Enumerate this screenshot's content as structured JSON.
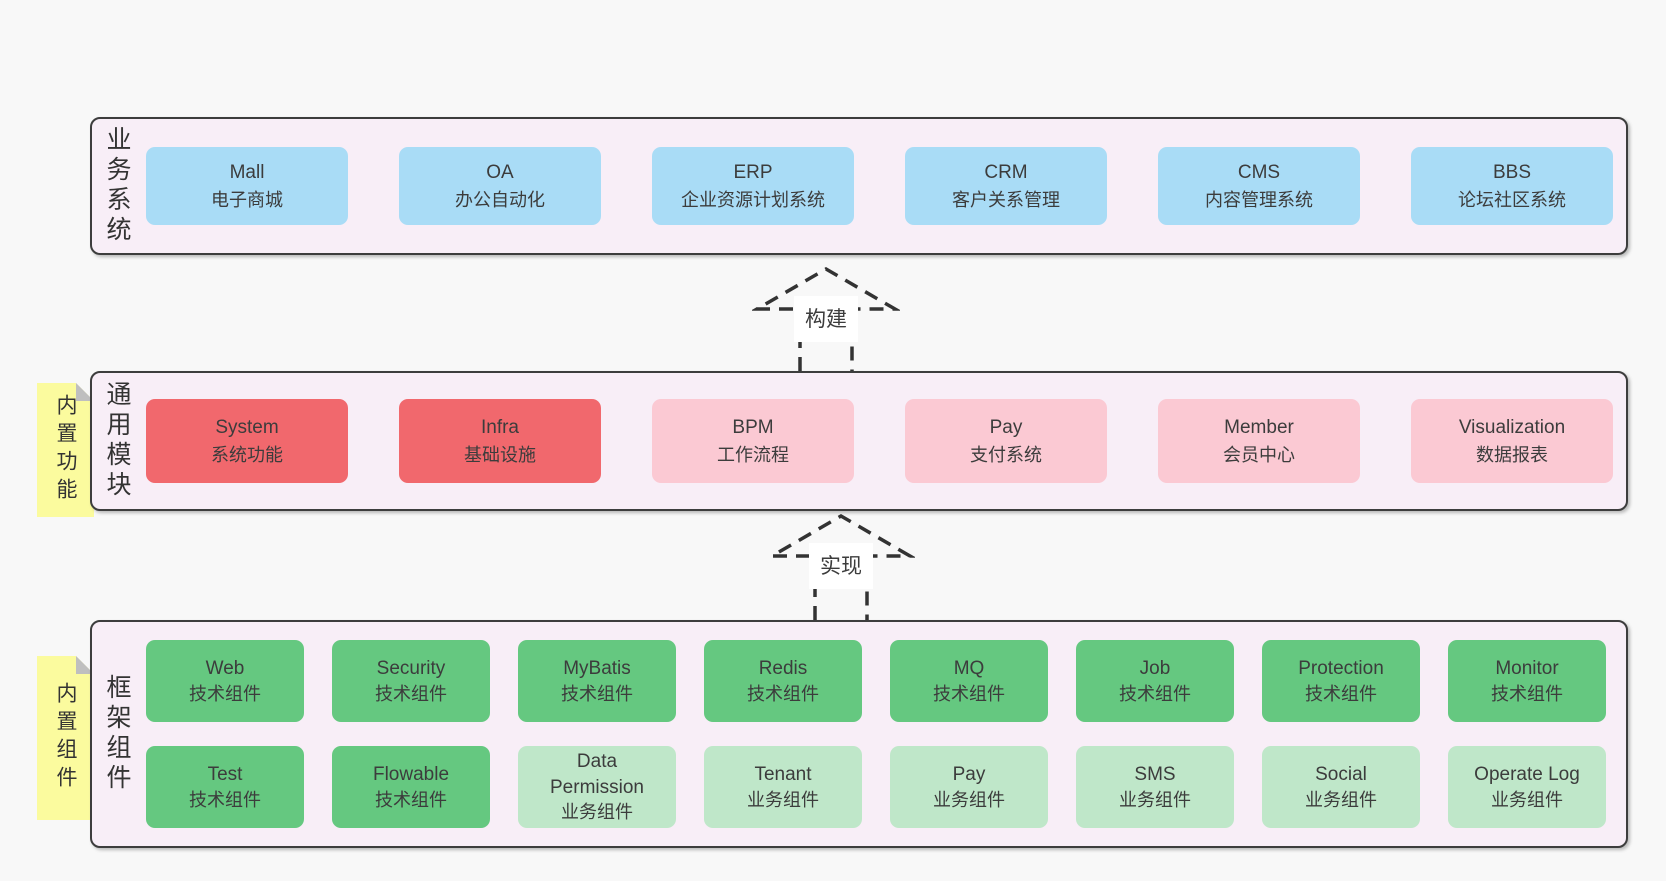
{
  "colors": {
    "page_bg": "#f8f8f8",
    "band_bg": "#f8eef7",
    "band_border": "#3d3d3d",
    "blue": "#a9dcf6",
    "red": "#f1686d",
    "pink": "#fbc9d3",
    "green": "#65c880",
    "light_green": "#bfe7c9",
    "yellow": "#fbfb9e",
    "text": "#3c3c3c",
    "arrow_stroke": "#333333",
    "arrow_label_bg": "#ffffff"
  },
  "layers": {
    "business": {
      "label": "业务系统",
      "boxes": [
        {
          "name": "Mall",
          "desc": "电子商城"
        },
        {
          "name": "OA",
          "desc": "办公自动化"
        },
        {
          "name": "ERP",
          "desc": "企业资源计划系统"
        },
        {
          "name": "CRM",
          "desc": "客户关系管理"
        },
        {
          "name": "CMS",
          "desc": "内容管理系统"
        },
        {
          "name": "BBS",
          "desc": "论坛社区系统"
        }
      ]
    },
    "modules": {
      "label": "通用模块",
      "sticky": "内置功能",
      "boxes": [
        {
          "name": "System",
          "desc": "系统功能"
        },
        {
          "name": "Infra",
          "desc": "基础设施"
        },
        {
          "name": "BPM",
          "desc": "工作流程"
        },
        {
          "name": "Pay",
          "desc": "支付系统"
        },
        {
          "name": "Member",
          "desc": "会员中心"
        },
        {
          "name": "Visualization",
          "desc": "数据报表"
        }
      ]
    },
    "components": {
      "label": "框架组件",
      "sticky": "内置组件",
      "row1": [
        {
          "name": "Web",
          "desc": "技术组件"
        },
        {
          "name": "Security",
          "desc": "技术组件"
        },
        {
          "name": "MyBatis",
          "desc": "技术组件"
        },
        {
          "name": "Redis",
          "desc": "技术组件"
        },
        {
          "name": "MQ",
          "desc": "技术组件"
        },
        {
          "name": "Job",
          "desc": "技术组件"
        },
        {
          "name": "Protection",
          "desc": "技术组件"
        },
        {
          "name": "Monitor",
          "desc": "技术组件"
        }
      ],
      "row2": [
        {
          "name": "Test",
          "desc": "技术组件"
        },
        {
          "name": "Flowable",
          "desc": "技术组件"
        },
        {
          "name": "Data Permission",
          "desc": "业务组件"
        },
        {
          "name": "Tenant",
          "desc": "业务组件"
        },
        {
          "name": "Pay",
          "desc": "业务组件"
        },
        {
          "name": "SMS",
          "desc": "业务组件"
        },
        {
          "name": "Social",
          "desc": "业务组件"
        },
        {
          "name": "Operate Log",
          "desc": "业务组件"
        }
      ]
    }
  },
  "arrows": {
    "build": "构建",
    "implement": "实现"
  }
}
